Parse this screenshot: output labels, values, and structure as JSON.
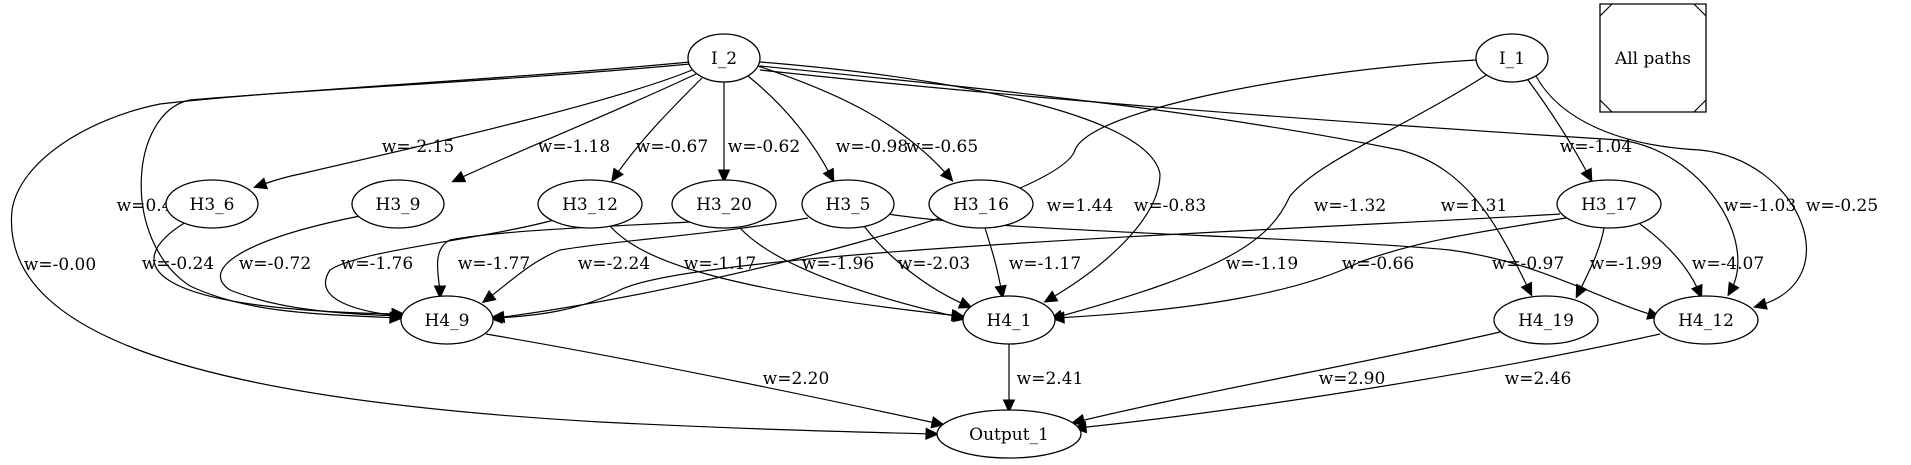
{
  "nodes": [
    {
      "id": "I_2",
      "label": "I_2",
      "shape": "ellipse"
    },
    {
      "id": "I_1",
      "label": "I_1",
      "shape": "ellipse"
    },
    {
      "id": "AllPaths",
      "label": "All paths",
      "shape": "square-notched"
    },
    {
      "id": "H3_6",
      "label": "H3_6",
      "shape": "ellipse"
    },
    {
      "id": "H3_9",
      "label": "H3_9",
      "shape": "ellipse"
    },
    {
      "id": "H3_12",
      "label": "H3_12",
      "shape": "ellipse"
    },
    {
      "id": "H3_20",
      "label": "H3_20",
      "shape": "ellipse"
    },
    {
      "id": "H3_5",
      "label": "H3_5",
      "shape": "ellipse"
    },
    {
      "id": "H3_16",
      "label": "H3_16",
      "shape": "ellipse"
    },
    {
      "id": "H3_17",
      "label": "H3_17",
      "shape": "ellipse"
    },
    {
      "id": "H4_9",
      "label": "H4_9",
      "shape": "ellipse"
    },
    {
      "id": "H4_1",
      "label": "H4_1",
      "shape": "ellipse"
    },
    {
      "id": "H4_19",
      "label": "H4_19",
      "shape": "ellipse"
    },
    {
      "id": "H4_12",
      "label": "H4_12",
      "shape": "ellipse"
    },
    {
      "id": "Output_1",
      "label": "Output_1",
      "shape": "ellipse"
    }
  ],
  "edges": [
    {
      "from": "I_2",
      "to": "H3_6",
      "label": "w=-2.15"
    },
    {
      "from": "I_2",
      "to": "H3_9",
      "label": "w=-1.18"
    },
    {
      "from": "I_2",
      "to": "H3_12",
      "label": "w=-0.67"
    },
    {
      "from": "I_2",
      "to": "H3_20",
      "label": "w=-0.62"
    },
    {
      "from": "I_2",
      "to": "H3_5",
      "label": "w=-0.98"
    },
    {
      "from": "I_2",
      "to": "H3_16",
      "label": "w=-0.65"
    },
    {
      "from": "I_2",
      "to": "H4_9",
      "label": "w=0.43"
    },
    {
      "from": "I_2",
      "to": "Output_1",
      "label": "w=-0.00"
    },
    {
      "from": "I_2",
      "to": "H4_1",
      "label": "w=-0.83"
    },
    {
      "from": "I_2",
      "to": "H4_19",
      "label": "w=1.31"
    },
    {
      "from": "I_2",
      "to": "H4_12",
      "label": "w=-1.03"
    },
    {
      "from": "I_1",
      "to": "H4_9",
      "label": "w=1.44"
    },
    {
      "from": "I_1",
      "to": "H4_1",
      "label": "w=-1.32"
    },
    {
      "from": "I_1",
      "to": "H3_17",
      "label": "w=-1.04"
    },
    {
      "from": "I_1",
      "to": "H4_12",
      "label": "w=-0.25"
    },
    {
      "from": "H3_6",
      "to": "H4_9",
      "label": "w=-0.24"
    },
    {
      "from": "H3_9",
      "to": "H4_9",
      "label": "w=-0.72"
    },
    {
      "from": "H3_12",
      "to": "H4_9",
      "label": "w=-1.76"
    },
    {
      "from": "H3_20",
      "to": "H4_9",
      "label": "w=-1.77"
    },
    {
      "from": "H3_5",
      "to": "H4_9",
      "label": "w=-2.24"
    },
    {
      "from": "H3_12",
      "to": "H4_1",
      "label": "w=-1.17"
    },
    {
      "from": "H3_20",
      "to": "H4_1",
      "label": "w=-1.96"
    },
    {
      "from": "H3_5",
      "to": "H4_1",
      "label": "w=-2.03"
    },
    {
      "from": "H3_16",
      "to": "H4_1",
      "label": "w=-1.17"
    },
    {
      "from": "H3_5",
      "to": "H4_12",
      "label": "w=-0.97"
    },
    {
      "from": "H3_17",
      "to": "H4_9",
      "label": "w=-1.19"
    },
    {
      "from": "H3_17",
      "to": "H4_1",
      "label": "w=-0.66"
    },
    {
      "from": "H3_17",
      "to": "H4_19",
      "label": "w=-1.99"
    },
    {
      "from": "H3_17",
      "to": "H4_12",
      "label": "w=-4.07"
    },
    {
      "from": "H4_9",
      "to": "Output_1",
      "label": "w=2.20"
    },
    {
      "from": "H4_1",
      "to": "Output_1",
      "label": "w=2.41"
    },
    {
      "from": "H4_19",
      "to": "Output_1",
      "label": "w=2.90"
    },
    {
      "from": "H4_12",
      "to": "Output_1",
      "label": "w=2.46"
    }
  ]
}
